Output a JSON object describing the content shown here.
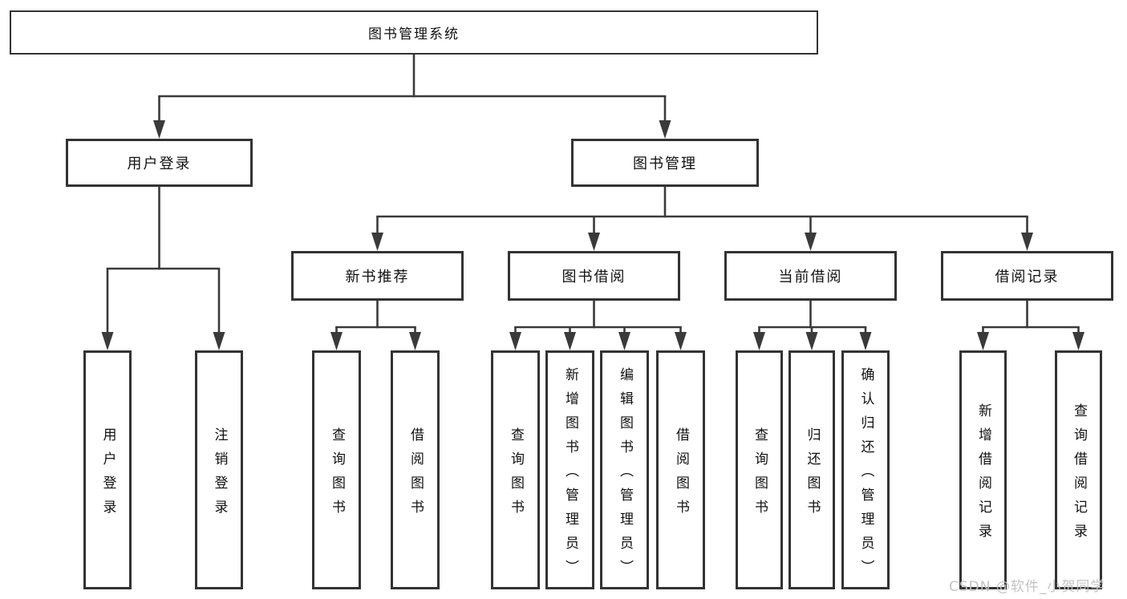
{
  "colors": {
    "background": "#ffffff",
    "line": "#3a3a3a",
    "box_border": "#333333",
    "text": "#111111",
    "watermark": "#c3c3c3"
  },
  "watermark": {
    "text": "CSDN @软件_小贺同学"
  },
  "tree": {
    "label": "图书管理系统",
    "children": [
      {
        "label": "用户登录",
        "children": [
          {
            "label": "用户登录"
          },
          {
            "label": "注销登录"
          }
        ]
      },
      {
        "label": "图书管理",
        "children": [
          {
            "label": "新书推荐",
            "children": [
              {
                "label": "查询图书"
              },
              {
                "label": "借阅图书"
              }
            ]
          },
          {
            "label": "图书借阅",
            "children": [
              {
                "label": "查询图书"
              },
              {
                "label": "新增图书（管理员）"
              },
              {
                "label": "编辑图书（管理员）"
              },
              {
                "label": "借阅图书"
              }
            ]
          },
          {
            "label": "当前借阅",
            "children": [
              {
                "label": "查询图书"
              },
              {
                "label": "归还图书"
              },
              {
                "label": "确认归还（管理员）"
              }
            ]
          },
          {
            "label": "借阅记录",
            "children": [
              {
                "label": "新增借阅记录"
              },
              {
                "label": "查询借阅记录"
              }
            ]
          }
        ]
      }
    ]
  }
}
